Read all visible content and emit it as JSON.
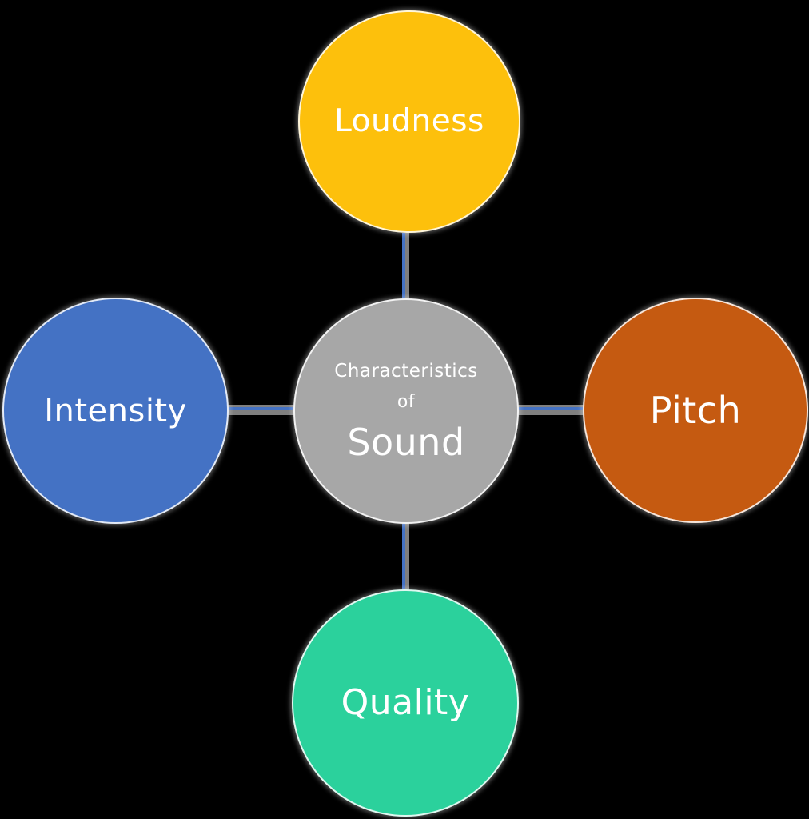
{
  "title": "Characteristics of Sound diagram",
  "diagram": {
    "background_color": "#000000",
    "text_color": "#FFFFFF",
    "center_node": {
      "line1": "Characteristics",
      "line2": "of",
      "line3": "Sound",
      "color": "#A7A7A7"
    },
    "nodes": {
      "top": {
        "label": "Loudness",
        "color": "#FDC00C"
      },
      "right": {
        "label": "Pitch",
        "color": "#C55A11"
      },
      "bottom": {
        "label": "Quality",
        "color": "#2BD19C"
      },
      "left": {
        "label": "Intensity",
        "color": "#4472C4"
      }
    },
    "connectors": {
      "line_color": "#4472C4",
      "shadow_color": "#7F7F7F"
    }
  }
}
